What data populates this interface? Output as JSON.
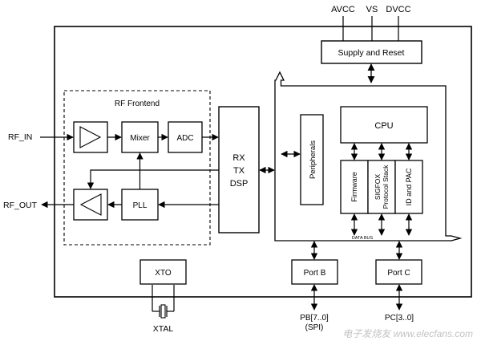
{
  "power": {
    "avcc": "AVCC",
    "vs": "VS",
    "dvcc": "DVCC"
  },
  "blocks": {
    "supply_reset": "Supply and Reset",
    "rf_frontend": "RF Frontend",
    "mixer": "Mixer",
    "adc": "ADC",
    "pll": "PLL",
    "rx": "RX",
    "tx": "TX",
    "dsp": "DSP",
    "peripherals": "Peripherals",
    "cpu": "CPU",
    "firmware": "Firmware",
    "sigfox_line1": "SIGFOX",
    "sigfox_line2": "Protocol Stack",
    "id_pac": "ID and PAC",
    "data_bus": "DATA BUS",
    "port_b": "Port B",
    "port_c": "Port C",
    "xto": "XTO"
  },
  "pins": {
    "rf_in": "RF_IN",
    "rf_out": "RF_OUT",
    "pb_line1": "PB[7..0]",
    "pb_line2": "(SPI)",
    "pc": "PC[3..0]",
    "xtal": "XTAL"
  },
  "watermark": "电子发烧友 www.elecfans.com"
}
